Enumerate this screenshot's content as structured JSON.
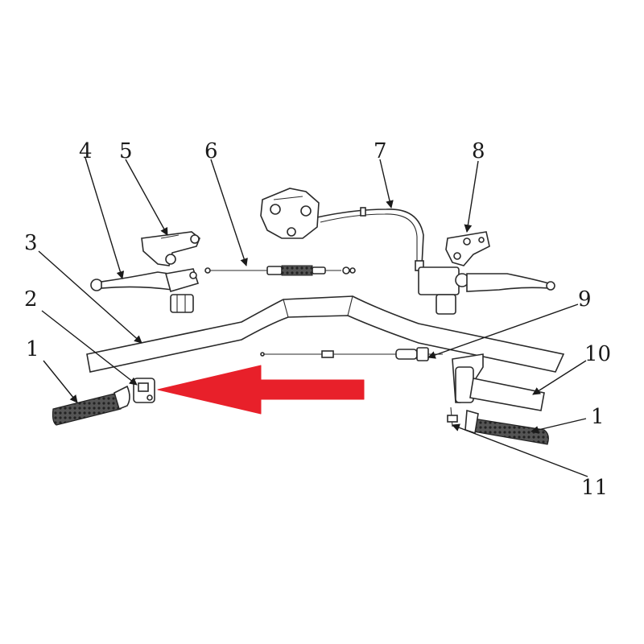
{
  "callouts": [
    {
      "id": "1",
      "label": "1"
    },
    {
      "id": "2",
      "label": "2"
    },
    {
      "id": "3",
      "label": "3"
    },
    {
      "id": "4",
      "label": "4"
    },
    {
      "id": "5",
      "label": "5"
    },
    {
      "id": "6",
      "label": "6"
    },
    {
      "id": "7",
      "label": "7"
    },
    {
      "id": "8",
      "label": "8"
    },
    {
      "id": "9",
      "label": "9"
    },
    {
      "id": "10",
      "label": "10"
    },
    {
      "id": "1b",
      "label": "1"
    },
    {
      "id": "11",
      "label": "11"
    }
  ],
  "colors": {
    "highlight_arrow": "#e8202a",
    "line": "#1a1a1a",
    "background": "#ffffff"
  },
  "highlight": {
    "target_part": "2",
    "icon": "red-pointer-arrow"
  }
}
